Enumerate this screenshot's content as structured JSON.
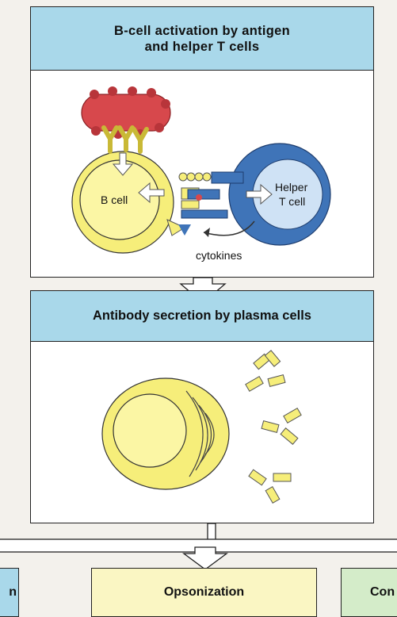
{
  "panel1": {
    "title_line1": "B-cell activation by antigen",
    "title_line2": "and helper T cells",
    "b_cell_label": "B cell",
    "helper_label_line1": "Helper",
    "helper_label_line2": "T cell",
    "cytokines_label": "cytokines"
  },
  "panel2": {
    "title": "Antibody secretion by plasma cells"
  },
  "bottom_row": {
    "left_label": "n",
    "middle_label": "Opsonization",
    "right_label": "Con"
  },
  "colors": {
    "header_blue": "#a9d8ea",
    "cell_yellow": "#f6ee7a",
    "helper_blue": "#3f74b8",
    "antigen_red": "#d7484c",
    "opsonization_bg": "#faf6c3",
    "right_box_green": "#d4ecc9"
  }
}
